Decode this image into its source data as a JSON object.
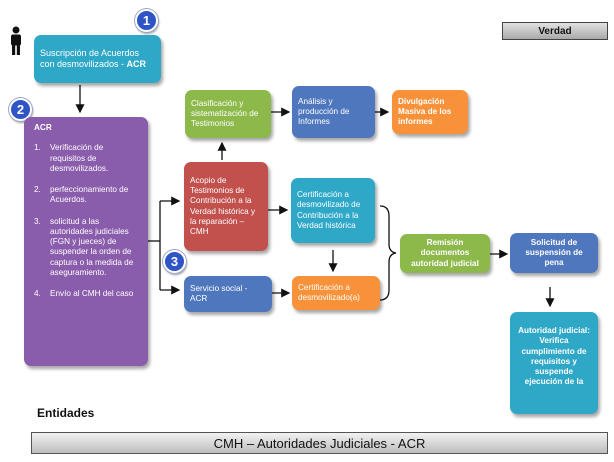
{
  "badges": [
    "1",
    "2",
    "3"
  ],
  "verdad_label": "Verdad",
  "person_icon": "person-icon",
  "boxes": {
    "suscripcion": {
      "text": "Suscripción de Acuerdos con desmovilizados - ",
      "bold_text": "ACR"
    },
    "acr": {
      "title": "ACR",
      "items": [
        {
          "num": "1.",
          "text": "Verificación de requisitos de desmovilizados."
        },
        {
          "num": "2.",
          "text": "perfeccionamiento de Acuerdos."
        },
        {
          "num": "3.",
          "text": "solicitud a las autoridades judiciales (FGN y jueces) de suspender la orden de captura o la medida de aseguramiento."
        },
        {
          "num": "4.",
          "text": "Envío al CMH del caso"
        }
      ]
    },
    "clasificacion": "Clasificación y sistematización de Testimonios",
    "analisis": "Análisis y producción de Informes",
    "divulgacion": "Divulgación Masiva de los informes",
    "acopio": "Acopio de Testimonios de Contribución a la Verdad histórica y la reparación – CMH",
    "certificacion_contribucion": "Certificación a desmovilizado de Contribución a la Verdad histórica",
    "servicio_social": "Servicio social - ACR",
    "certificacion_desmovilizado": "Certificación a desmovilizado(a)",
    "remision": "Remisión documentos autoridad judicial",
    "solicitud": "Solicitud de suspensión de pena",
    "autoridad": "Autoridad judicial: Verifica cumplimiento de requisitos y suspende ejecución de la"
  },
  "entidades_label": "Entidades",
  "footer_label": "CMH – Autoridades Judiciales - ACR",
  "colors": {
    "teal": "#2fa8c8",
    "purple": "#8a5cac",
    "green": "#8cb94a",
    "blue": "#4f77be",
    "orange": "#f7923a",
    "red": "#c2504d",
    "badge": "#2f54c6"
  }
}
